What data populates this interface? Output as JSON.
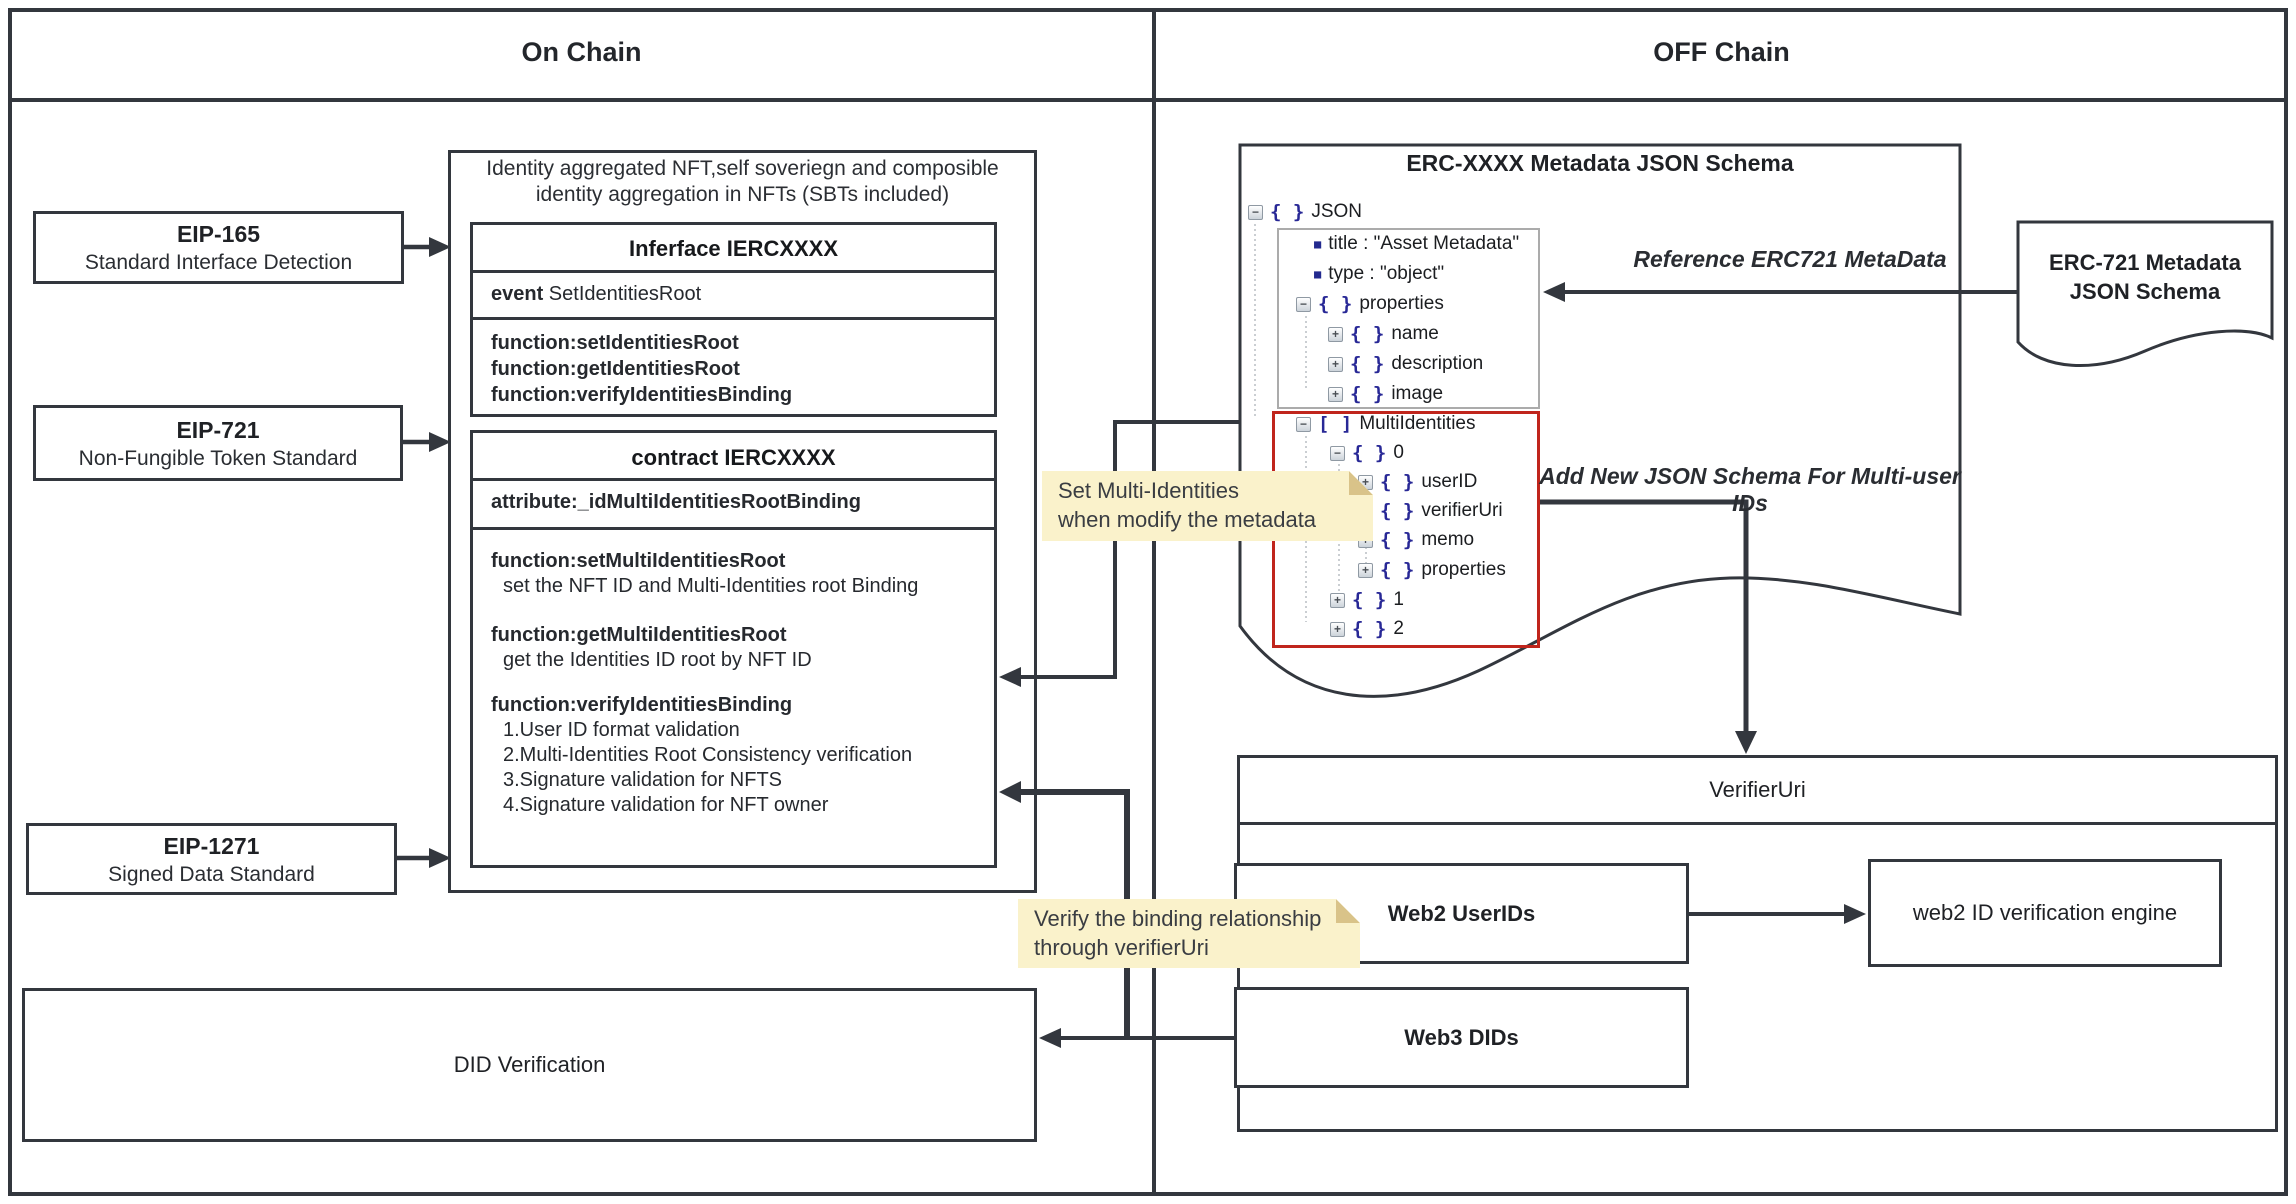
{
  "header": {
    "left": "On Chain",
    "right": "OFF Chain"
  },
  "colors": {
    "line": "#33373e",
    "red_box": "#c0251c",
    "gray_box": "#ababab",
    "note_bg": "#faf2cb",
    "note_fold": "#d9c389",
    "tree_icon_blue": "#282896"
  },
  "eip_boxes": [
    {
      "title": "EIP-165",
      "subtitle": "Standard Interface Detection"
    },
    {
      "title": "EIP-721",
      "subtitle": "Non-Fungible Token Standard"
    },
    {
      "title": "EIP-1271",
      "subtitle": "Signed Data Standard"
    }
  ],
  "big_box": {
    "title_line1": "Identity aggregated NFT,self soveriegn and composible",
    "title_line2": "identity aggregation in NFTs (SBTs included)",
    "interface": {
      "header": "Inferface IERCXXXX",
      "event_kw": "event",
      "event_name": " SetIdentitiesRoot",
      "functions": [
        "function:setIdentitiesRoot",
        "function:getIdentitiesRoot",
        "function:verifyIdentitiesBinding"
      ]
    },
    "contract": {
      "header": "contract IERCXXXX",
      "attribute": "attribute:_idMultiIdentitiesRootBinding",
      "groups": [
        {
          "fn": "function:setMultiIdentitiesRoot",
          "desc": [
            "set the NFT ID and Multi-Identities root Binding"
          ]
        },
        {
          "fn": "function:getMultiIdentitiesRoot",
          "desc": [
            "get the Identities ID root by NFT ID"
          ]
        },
        {
          "fn": "function:verifyIdentitiesBinding",
          "desc": [
            "1.User ID format validation",
            "2.Multi-Identities Root Consistency verification",
            "3.Signature validation for NFTS",
            "4.Signature validation for NFT owner"
          ]
        }
      ]
    }
  },
  "did_box": {
    "label": "DID Verification"
  },
  "schema_box": {
    "title": "ERC-XXXX Metadata JSON Schema",
    "tree": {
      "rows": [
        {
          "toggle": "−",
          "icon": "{ }",
          "label": "JSON"
        },
        {
          "toggle": "",
          "icon": "■",
          "label": "title : \"Asset Metadata\""
        },
        {
          "toggle": "",
          "icon": "■",
          "label": "type : \"object\""
        },
        {
          "toggle": "−",
          "icon": "{ }",
          "label": "properties"
        },
        {
          "toggle": "+",
          "icon": "{ }",
          "label": "name"
        },
        {
          "toggle": "+",
          "icon": "{ }",
          "label": "description"
        },
        {
          "toggle": "+",
          "icon": "{ }",
          "label": "image"
        },
        {
          "toggle": "−",
          "icon": "[ ]",
          "label": "MultiIdentities"
        },
        {
          "toggle": "−",
          "icon": "{ }",
          "label": "0"
        },
        {
          "toggle": "+",
          "icon": "{ }",
          "label": "userID"
        },
        {
          "toggle": "+",
          "icon": "{ }",
          "label": "verifierUri"
        },
        {
          "toggle": "+",
          "icon": "{ }",
          "label": "memo"
        },
        {
          "toggle": "+",
          "icon": "{ }",
          "label": "properties"
        },
        {
          "toggle": "+",
          "icon": "{ }",
          "label": "1"
        },
        {
          "toggle": "+",
          "icon": "{ }",
          "label": "2"
        }
      ]
    }
  },
  "erc721_doc": {
    "line1": "ERC-721 Metadata",
    "line2": "JSON Schema"
  },
  "labels": {
    "reference": "Reference ERC721 MetaData",
    "add_new": "Add New JSON Schema For Multi-user IDs"
  },
  "notes": [
    {
      "line1": "Set Multi-Identities",
      "line2": "when modify the metadata"
    },
    {
      "line1": "Verify the binding relationship",
      "line2": "through verifierUri"
    }
  ],
  "verifier": {
    "title": "VerifierUri",
    "web2": "Web2 UserIDs",
    "web3": "Web3 DIDs",
    "engine": "web2 ID verification engine"
  }
}
